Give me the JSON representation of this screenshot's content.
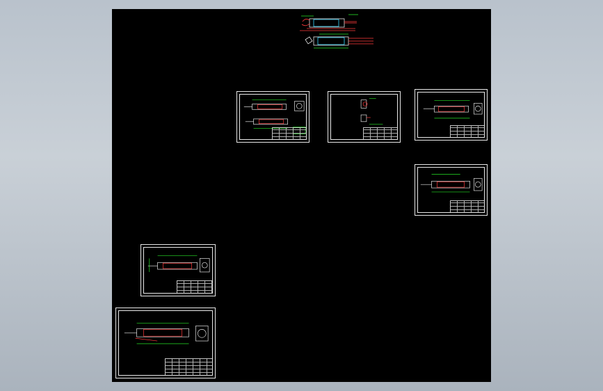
{
  "viewport": {
    "background": "#000000",
    "line_color": "#e8e8e8",
    "dim_color": "#27e327",
    "part_color": "#ff3b3b",
    "accent_cyan": "#38d7ff"
  },
  "sheets": [
    {
      "id": "sheet-a",
      "label": "",
      "title_block": ""
    },
    {
      "id": "sheet-b",
      "label": "",
      "title_block": ""
    },
    {
      "id": "sheet-c",
      "label": "",
      "title_block": ""
    },
    {
      "id": "sheet-d",
      "label": "",
      "title_block": ""
    },
    {
      "id": "sheet-e",
      "label": "",
      "title_block": ""
    },
    {
      "id": "sheet-f",
      "label": "",
      "title_block": ""
    }
  ]
}
